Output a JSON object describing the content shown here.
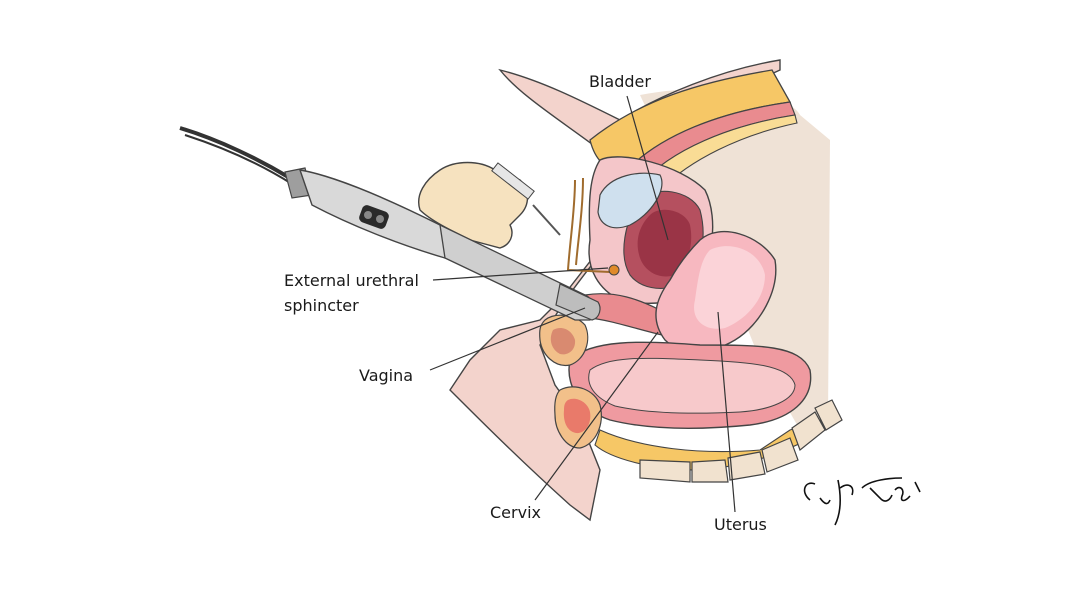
{
  "labels": {
    "bladder": "Bladder",
    "sphincter_line1": "External urethral",
    "sphincter_line2": "sphincter",
    "vagina": "Vagina",
    "cervix": "Cervix",
    "uterus": "Uterus"
  },
  "colors": {
    "skin": "#f3d3cc",
    "skin_dark": "#e9b8ae",
    "fat": "#f6c766",
    "fat_light": "#f9dc95",
    "muscle": "#e98b8f",
    "bladder_wall": "#f4c6c9",
    "bladder_inner": "#b5505f",
    "bladder_cavity": "#9a3446",
    "uterus": "#f7b8c0",
    "uterus_light": "#fbd3d8",
    "bowel": "#ef9aa0",
    "bowel_inner": "#f7c9cb",
    "bone": "#f1e2cf",
    "bladder_fluid": "#cfe0ee",
    "probe": "#d9d9d9",
    "probe_dark": "#9e9e9e",
    "hand": "#f6e2bf",
    "cable": "#333333",
    "background_tissue": "#efe2d6",
    "leader_line": "#333333"
  }
}
